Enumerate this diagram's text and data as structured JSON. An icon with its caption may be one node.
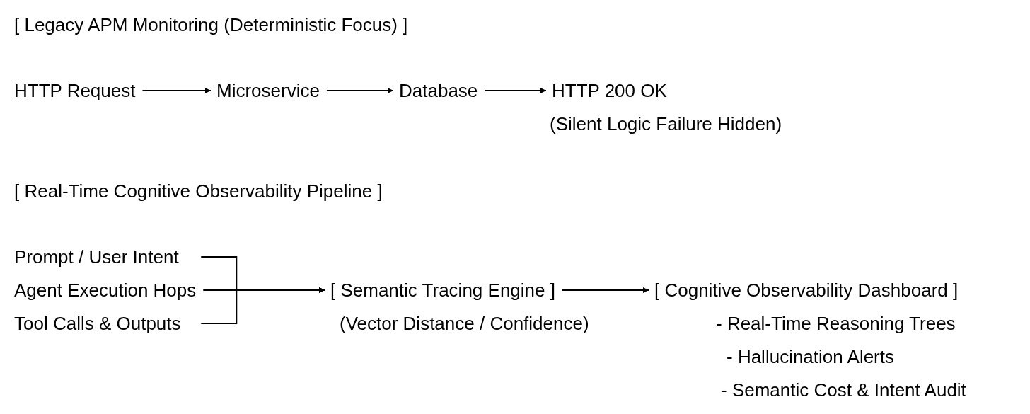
{
  "diagram": {
    "nodes": [
      {
        "text": [
          "HTTP Request"
        ]
      },
      {
        "text": [
          "Microservice"
        ]
      },
      {
        "text": [
          "Database"
        ]
      },
      {
        "text": [
          "HTTP 200 OK"
        ],
        "beside": [
          "(Silent Logic Failure Hidden)"
        ]
      },
      {
        "text": [
          "Prompt / User Intent"
        ]
      },
      {
        "text": [
          "Agent Execution Hops"
        ]
      },
      {
        "text": [
          "Tool Calls & Outputs"
        ]
      },
      {
        "text": [
          "[ Semantic Tracing Engine ]"
        ],
        "beside": [
          "(Vector Distance / Confidence)"
        ]
      },
      {
        "text": [
          "[ Cognitive Observability Dashboard ]"
        ],
        "beside": [
          "- Real-Time Reasoning Trees",
          "- Hallucination Alerts",
          "- Semantic Cost & Intent Audit"
        ]
      }
    ],
    "edges": [
      {
        "from": 0,
        "to": 1,
        "arrow": "to"
      },
      {
        "from": 1,
        "to": 2,
        "arrow": "to"
      },
      {
        "from": 2,
        "to": 3,
        "arrow": "to"
      },
      {
        "from": 4,
        "to": 7,
        "arrow": "to"
      },
      {
        "from": 5,
        "to": 7,
        "arrow": "to"
      },
      {
        "from": 6,
        "to": 7,
        "arrow": "to"
      },
      {
        "from": 7,
        "to": 8,
        "arrow": "to"
      }
    ],
    "labels": [
      "[ Legacy APM Monitoring (Deterministic Focus) ]",
      "[ Real-Time Cognitive Observability Pipeline ]"
    ]
  }
}
